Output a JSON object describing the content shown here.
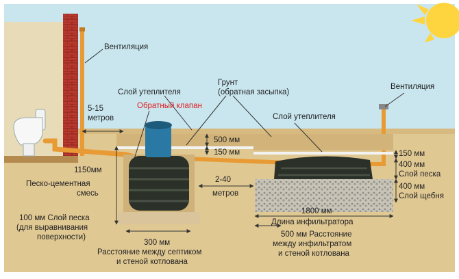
{
  "labels": {
    "ventilation_left": "Вентиляция",
    "ventilation_right": "Вентиляция",
    "insulation_left": "Слой утеплителя",
    "ground_line1": "Грунт",
    "ground_line2": "(обратная засыпка)",
    "check_valve": "Обратный клапан",
    "insulation_right": "Слой утеплителя",
    "dist_house_1": "5-15",
    "dist_house_2": "метров",
    "depth_500": "500 мм",
    "depth_150_left": "150 мм",
    "depth_150_right": "150 мм",
    "depth_400_sand": "400 мм",
    "sand_layer": "Слой песка",
    "depth_400_gravel": "400 мм",
    "gravel_layer": "Слой щебня",
    "dist_tank_1": "2-40",
    "dist_tank_2": "метров",
    "h1150": "1150мм",
    "sand_cement_1": "Песко-цементная",
    "sand_cement_2": "смесь",
    "sand100_1": "100 мм Слой песка",
    "sand100_2": "(для выравнивания",
    "sand100_3": "поверхности)",
    "w1800": "1800 мм",
    "infiltrator_length": "Длина инфильтратора",
    "w300": "300 мм",
    "dist_septic_1": "Расстояние между септиком",
    "dist_septic_2": "и стеной котлована",
    "w500_line1": "500 мм Расстояние",
    "w500_line2": "между инфильтратом",
    "w500_line3": "и стеной котлована"
  },
  "colors": {
    "sky": "#c9e6ef",
    "soil": "#e0c893",
    "wall_brick": "#b7382d",
    "pipe": "#e89a35",
    "tank": "#2b3128",
    "lid": "#2a79a4",
    "sun": "#ffd53f",
    "valve_label": "#e11b1b"
  }
}
